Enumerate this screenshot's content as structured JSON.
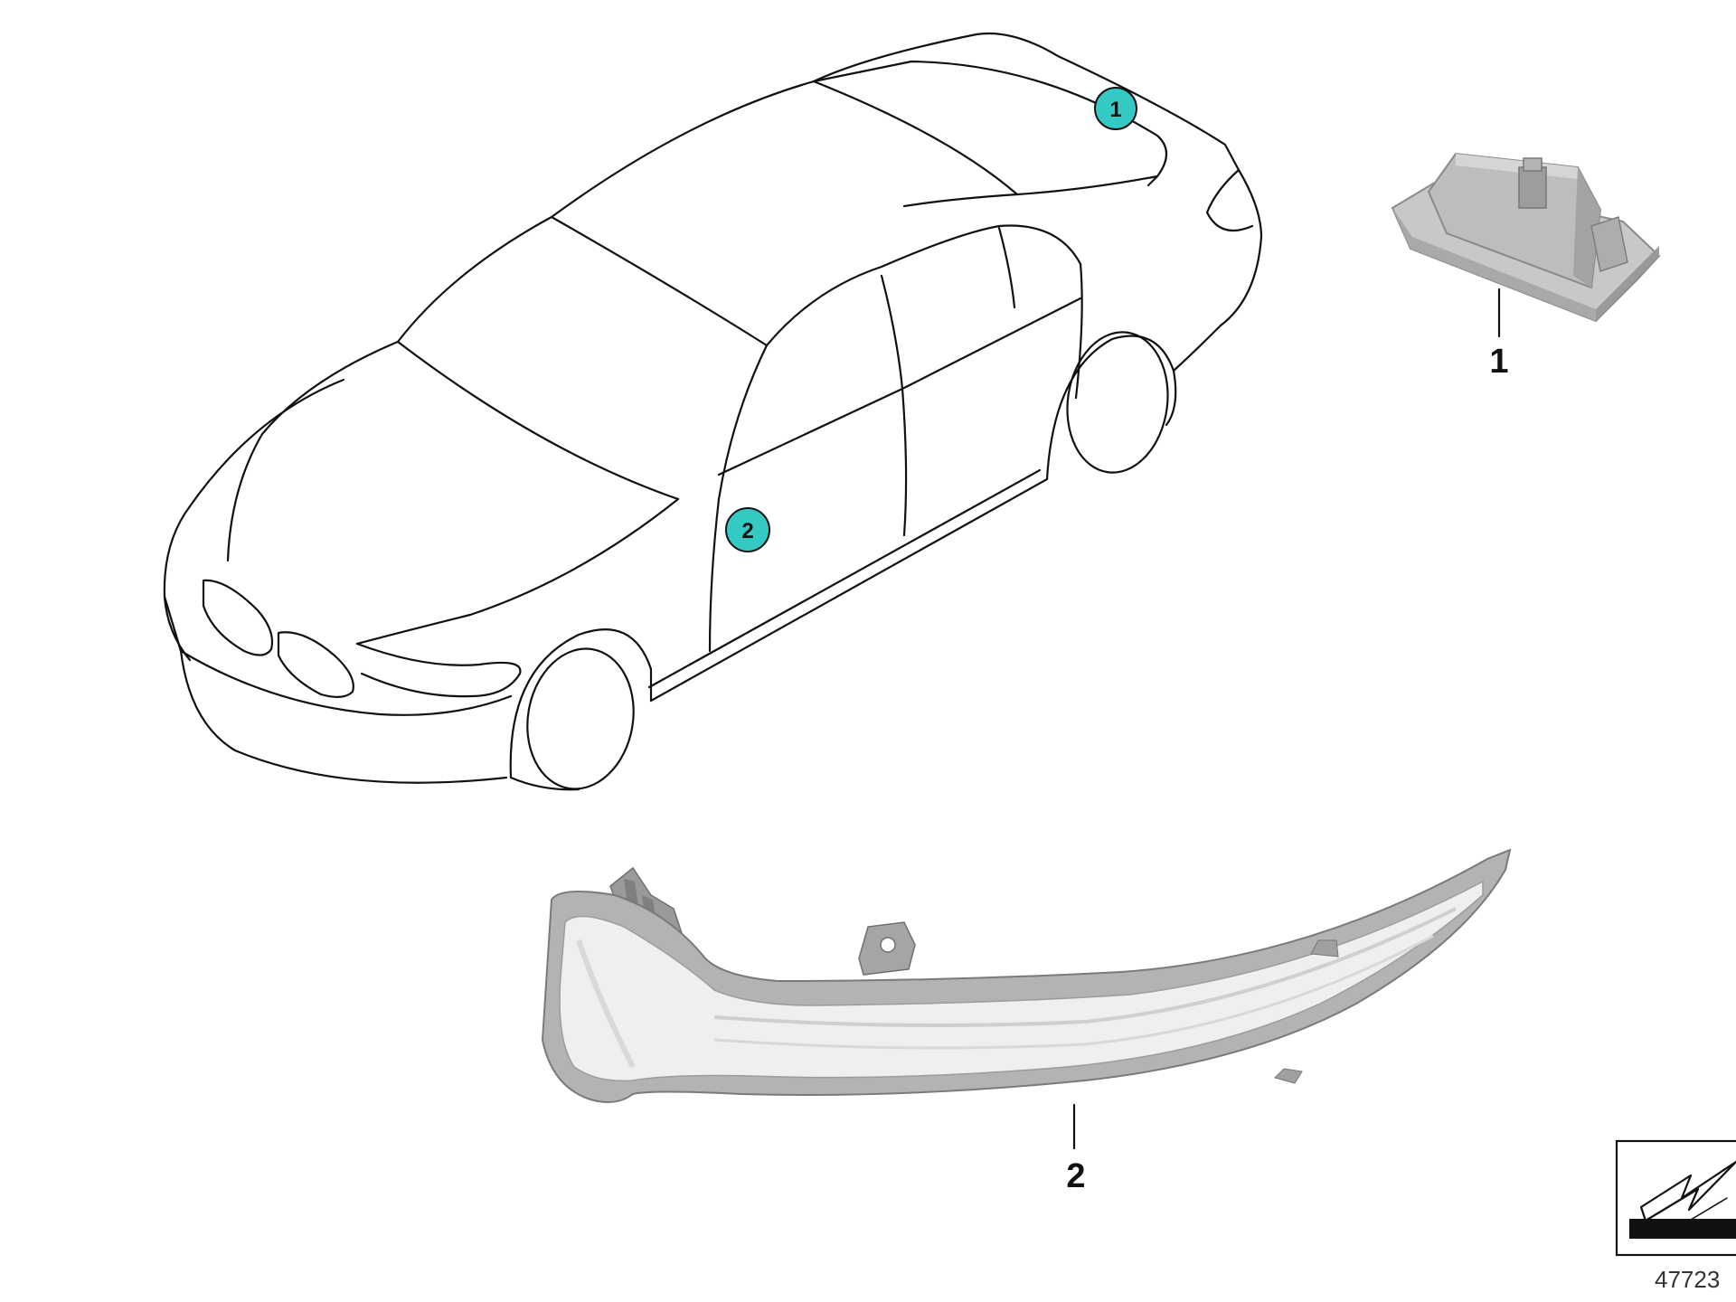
{
  "colors": {
    "callout_fill": "#35c9c4",
    "line": "#111111",
    "part_gray": "#b9b9b9",
    "part_dark": "#8e8e8e",
    "part_light": "#dedede"
  },
  "icons": {
    "reference_box": "arrow-down-left-icon"
  },
  "car_callouts": [
    {
      "label": "1"
    },
    {
      "label": "2"
    }
  ],
  "parts": [
    {
      "label": "1"
    },
    {
      "label": "2"
    }
  ],
  "reference_number": "47723"
}
